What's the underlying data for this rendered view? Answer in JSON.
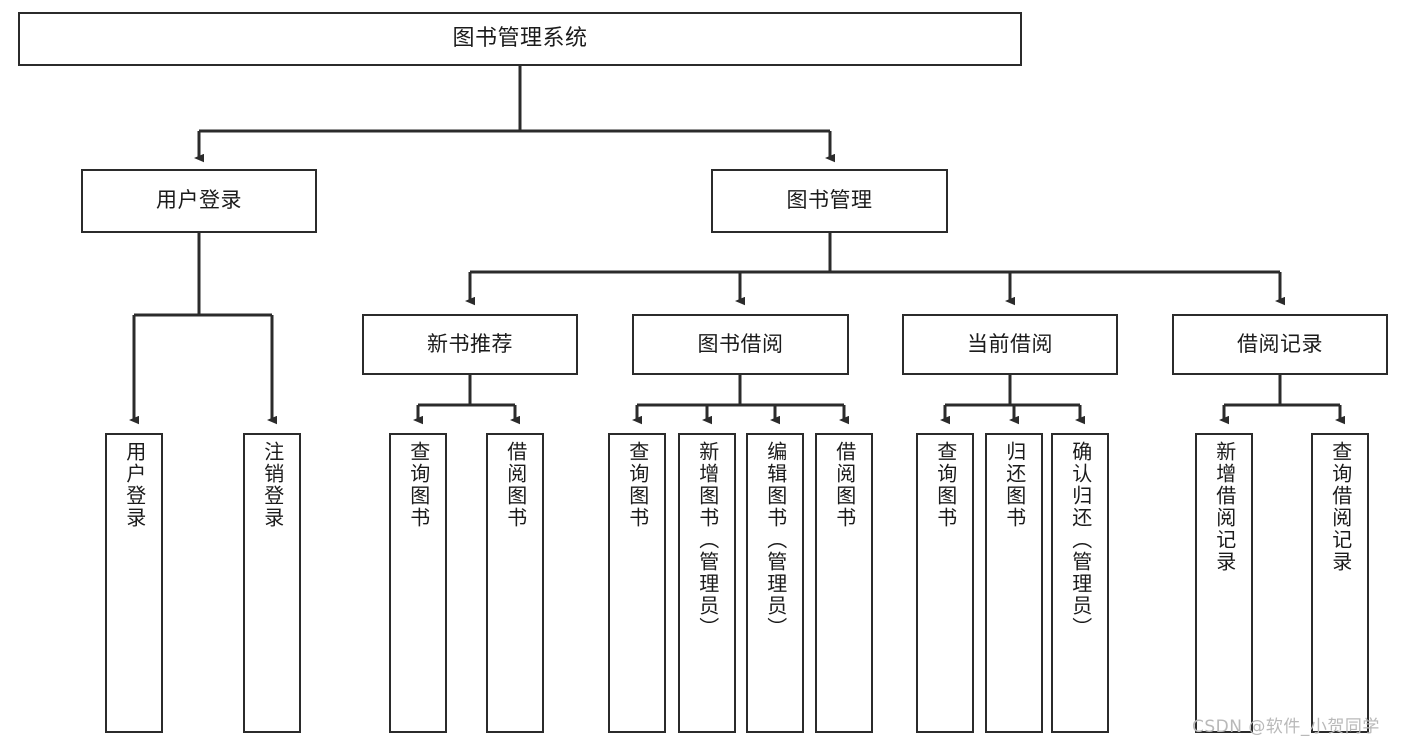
{
  "diagram": {
    "title": "图书管理系统",
    "type": "tree-hierarchy-diagram",
    "colors": {
      "stroke": "#2b2b2b",
      "fill": "#ffffff",
      "text": "#1b1b1b",
      "watermark": "#b9b9b9"
    },
    "root": {
      "label": "图书管理系统"
    },
    "level2": [
      {
        "label": "用户登录"
      },
      {
        "label": "图书管理"
      }
    ],
    "level3": [
      {
        "label": "新书推荐"
      },
      {
        "label": "图书借阅"
      },
      {
        "label": "当前借阅"
      },
      {
        "label": "借阅记录"
      }
    ],
    "leaves": {
      "user_login": [
        {
          "label": "用户登录"
        },
        {
          "label": "注销登录"
        }
      ],
      "new_book_recommend": [
        {
          "label": "查询图书"
        },
        {
          "label": "借阅图书"
        }
      ],
      "book_borrow": [
        {
          "label": "查询图书"
        },
        {
          "label": "新增图书（管理员）"
        },
        {
          "label": "编辑图书（管理员）"
        },
        {
          "label": "借阅图书"
        }
      ],
      "current_borrow": [
        {
          "label": "查询图书"
        },
        {
          "label": "归还图书"
        },
        {
          "label": "确认归还（管理员）"
        }
      ],
      "borrow_record": [
        {
          "label": "新增借阅记录"
        },
        {
          "label": "查询借阅记录"
        }
      ]
    }
  },
  "watermark": {
    "text": "CSDN @软件_小贺同学"
  }
}
